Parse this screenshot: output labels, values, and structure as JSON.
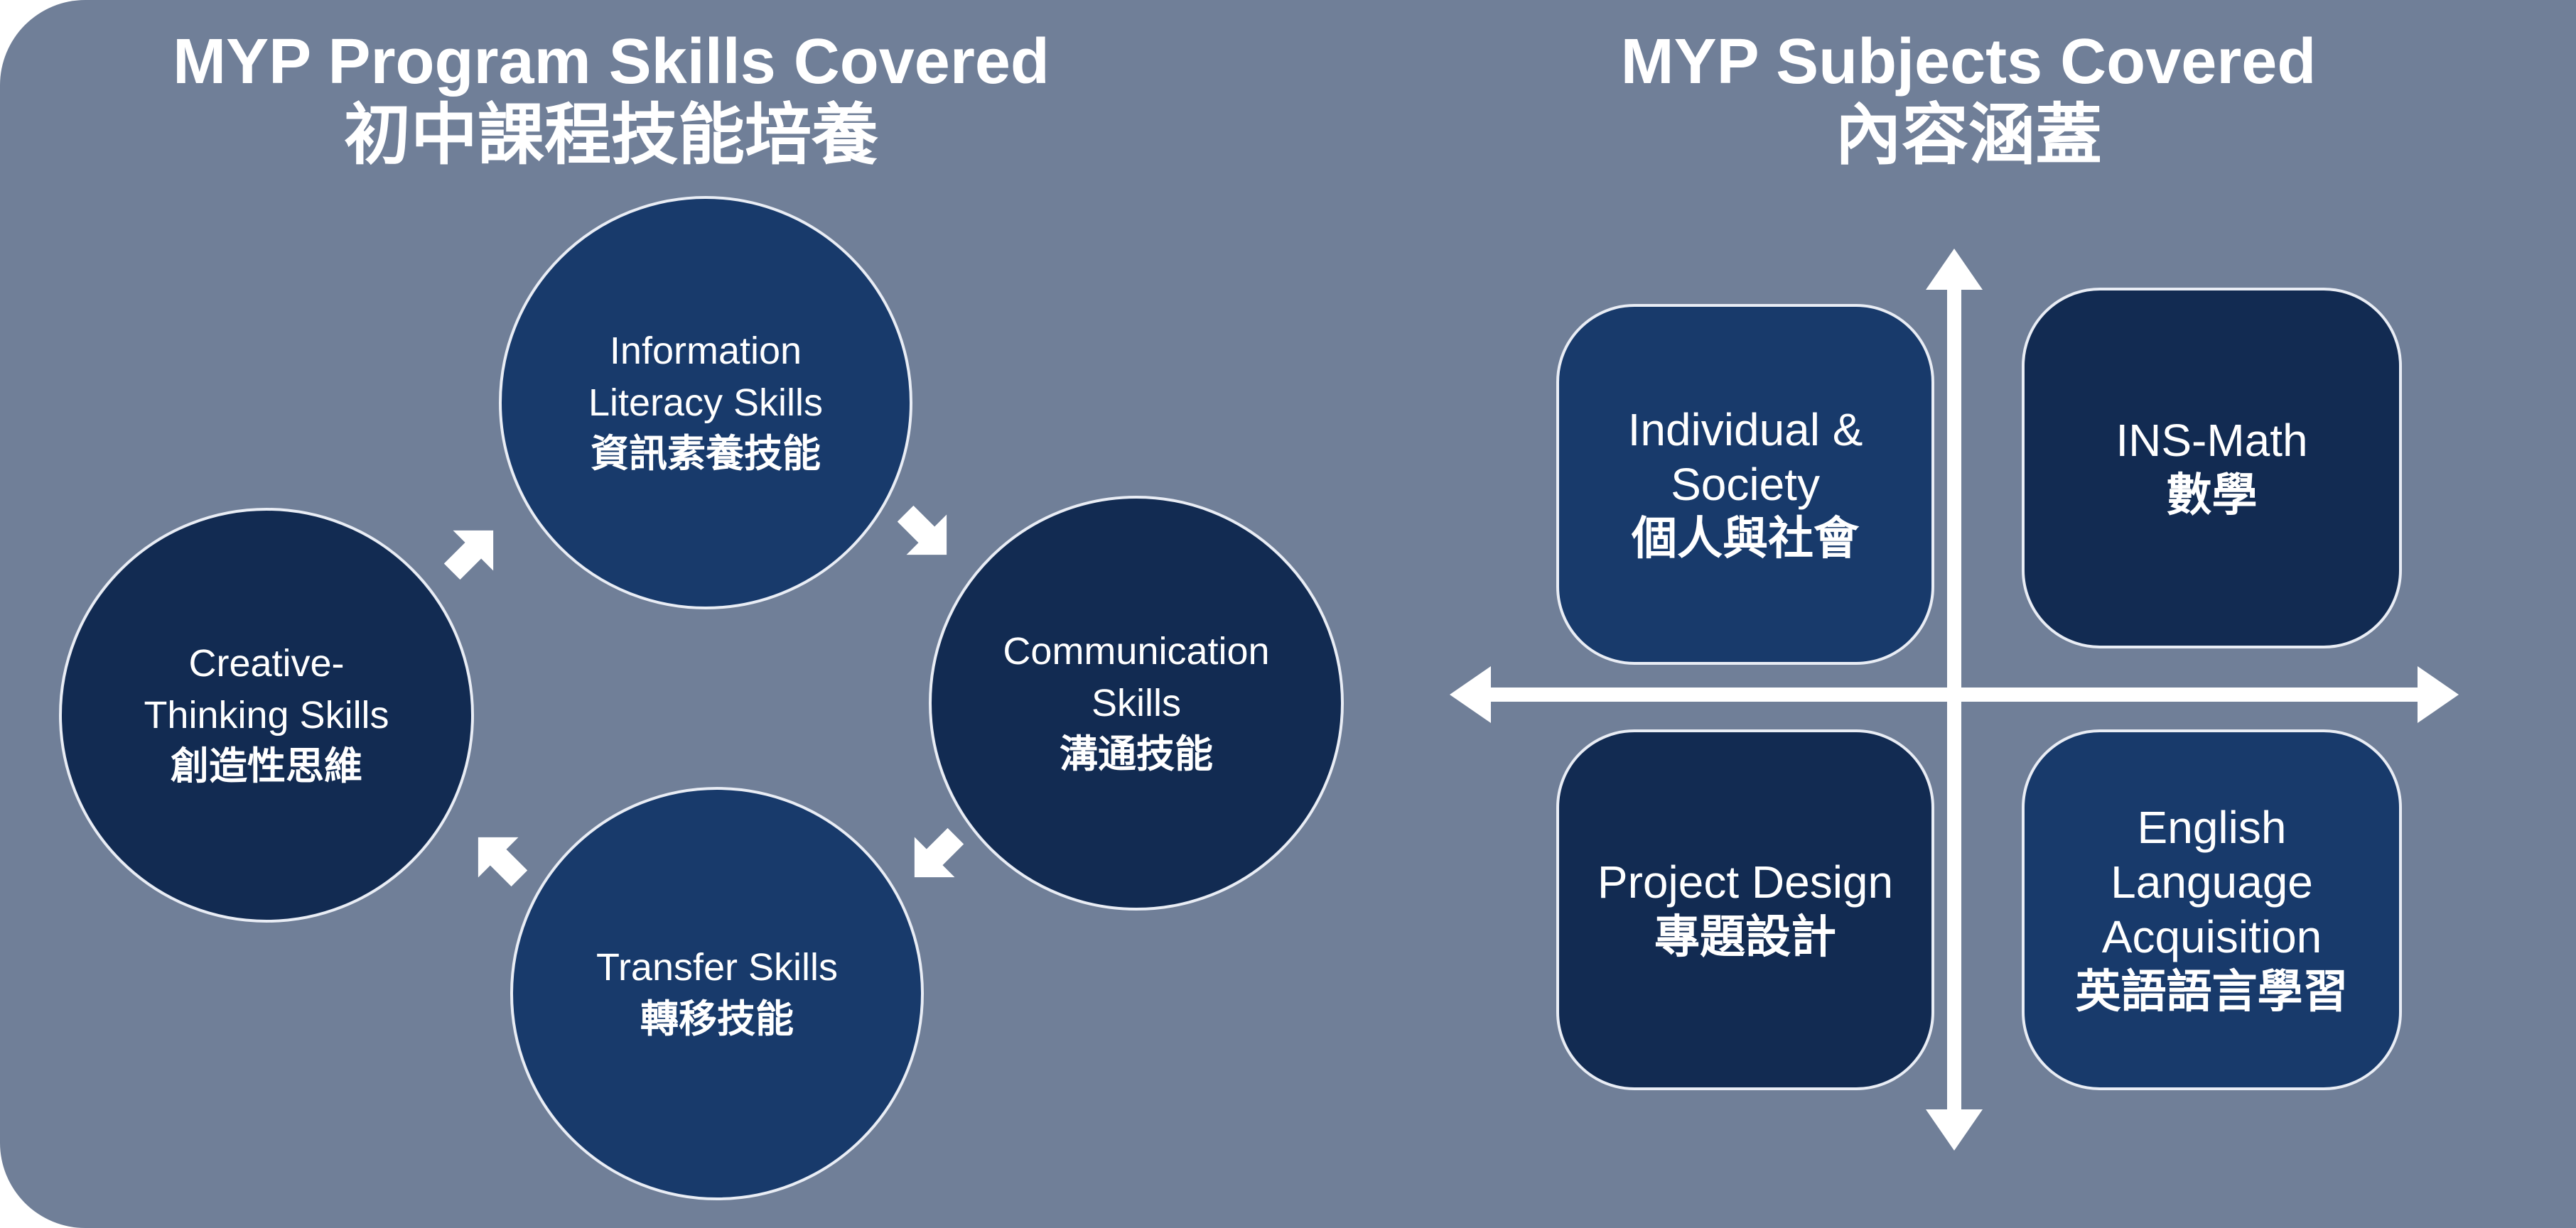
{
  "left_section": {
    "title_en": "MYP Program Skills Covered",
    "title_zh": "初中課程技能培養",
    "skills": [
      {
        "en": "Information\nLiteracy Skills",
        "zh": "資訊素養技能"
      },
      {
        "en": "Communication\nSkills",
        "zh": "溝通技能"
      },
      {
        "en": "Transfer Skills",
        "zh": "轉移技能"
      },
      {
        "en": "Creative-\nThinking Skills",
        "zh": "創造性思維"
      }
    ]
  },
  "right_section": {
    "title_en": "MYP Subjects Covered",
    "title_zh": "內容涵蓋",
    "subjects": [
      {
        "en": "Individual &\nSociety",
        "zh": "個人與社會"
      },
      {
        "en": "INS-Math",
        "zh": "數學"
      },
      {
        "en": "Project Design",
        "zh": "專題設計"
      },
      {
        "en": "English\nLanguage\nAcquisition",
        "zh": "英語語言學習"
      }
    ]
  },
  "colors": {
    "background": "#707f98",
    "node_light": "#183a6b",
    "node_dark": "#122b52",
    "outline": "#e9edf5",
    "text": "#ffffff"
  }
}
